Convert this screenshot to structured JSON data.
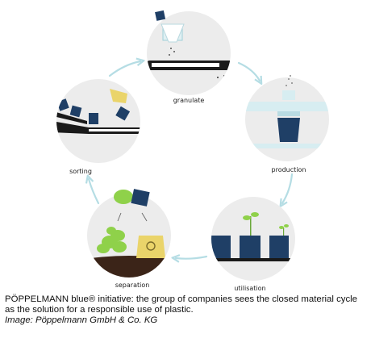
{
  "diagram": {
    "stages": [
      {
        "id": "granulate",
        "label": "granulate"
      },
      {
        "id": "production",
        "label": "production"
      },
      {
        "id": "utilisation",
        "label": "utilisation"
      },
      {
        "id": "separation",
        "label": "separation"
      },
      {
        "id": "sorting",
        "label": "sorting"
      }
    ]
  },
  "caption": {
    "text": "PÖPPELMANN blue® initiative: the group of companies sees the closed material cycle as the solution for a responsible use of plastic.",
    "credit": "Image: Pöppelmann GmbH & Co. KG"
  },
  "colors": {
    "circle_bg": "#ececec",
    "arrow": "#b5dde4",
    "pot_blue": "#1f3f66",
    "conveyor_dark": "#1a1a1a",
    "leaf_green": "#8fd14a",
    "bag_yellow": "#ead46a",
    "soil_brown": "#3b2418"
  }
}
